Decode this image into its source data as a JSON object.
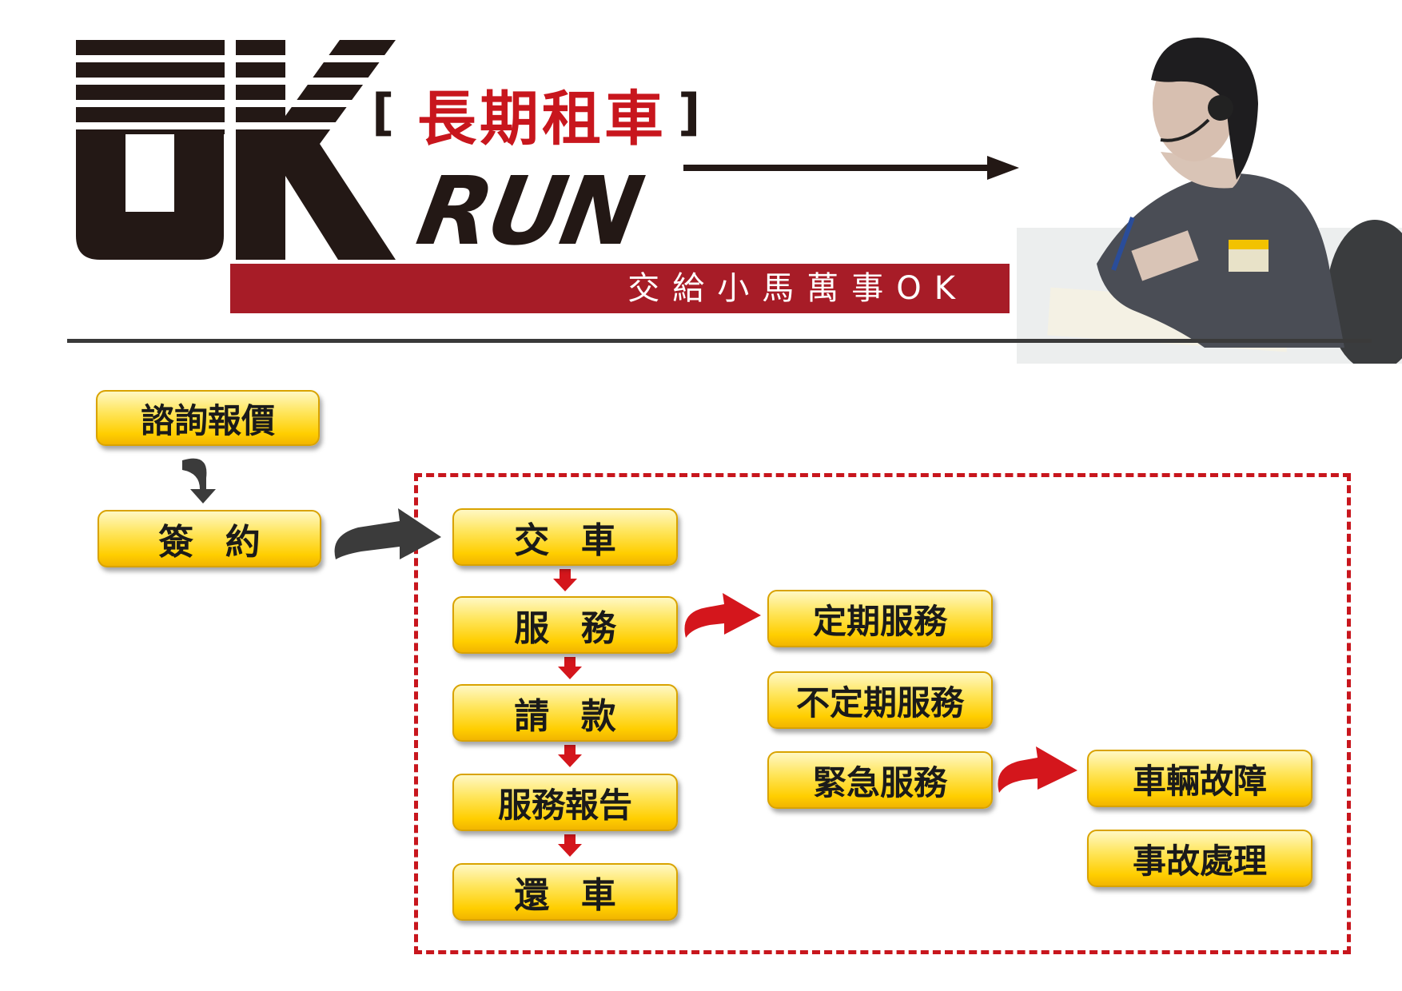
{
  "header": {
    "logo_ok": "OK",
    "logo_run": "RUN",
    "bracket_left": "[",
    "bracket_right": "]",
    "subtitle": "長期租車",
    "slogan": "交給小馬萬事OK"
  },
  "flow": {
    "inquiry": "諮詢報價",
    "contract": "簽約",
    "delivery": "交車",
    "service": "服務",
    "billing": "請款",
    "service_report": "服務報告",
    "return": "還車",
    "regular_service": "定期服務",
    "irregular_service": "不定期服務",
    "emergency_service": "緊急服務",
    "breakdown": "車輛故障",
    "accident": "事故處理"
  },
  "colors": {
    "brand_red": "#a71c27",
    "title_red": "#c8161d",
    "logo_dark": "#231815",
    "node_yellow": "#ffd200",
    "arrow_red": "#d4161c",
    "arrow_gray": "#3b3b3b"
  },
  "icons": {
    "big_arrow": "curved-arrow",
    "small_arrow": "down-arrow"
  }
}
